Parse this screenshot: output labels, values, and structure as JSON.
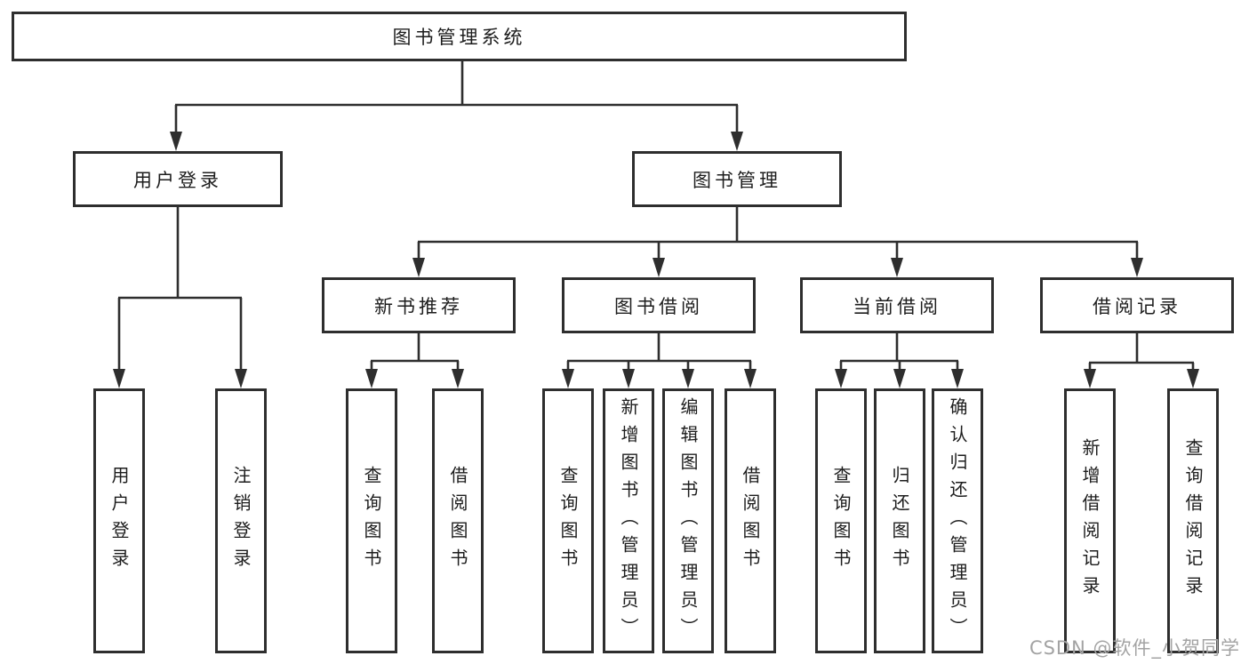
{
  "tree": {
    "label": "图书管理系统",
    "children": [
      {
        "label": "用户登录",
        "children": [
          {
            "label": "用户登录"
          },
          {
            "label": "注销登录"
          }
        ]
      },
      {
        "label": "图书管理",
        "children": [
          {
            "label": "新书推荐",
            "children": [
              {
                "label": "查询图书"
              },
              {
                "label": "借阅图书"
              }
            ]
          },
          {
            "label": "图书借阅",
            "children": [
              {
                "label": "查询图书"
              },
              {
                "label": "新增图书（管理员）"
              },
              {
                "label": "编辑图书（管理员）"
              },
              {
                "label": "借阅图书"
              }
            ]
          },
          {
            "label": "当前借阅",
            "children": [
              {
                "label": "查询图书"
              },
              {
                "label": "归还图书"
              },
              {
                "label": "确认归还（管理员）"
              }
            ]
          },
          {
            "label": "借阅记录",
            "children": [
              {
                "label": "新增借阅记录"
              },
              {
                "label": "查询借阅记录"
              }
            ]
          }
        ]
      }
    ]
  },
  "watermark": {
    "text": "CSDN @软件_小贺同学"
  },
  "colors": {
    "line": "#2e2e2e",
    "box_border": "#2e2e2e",
    "text": "#1d1d1d",
    "watermark": "#a3a3a3",
    "background": "#ffffff"
  }
}
